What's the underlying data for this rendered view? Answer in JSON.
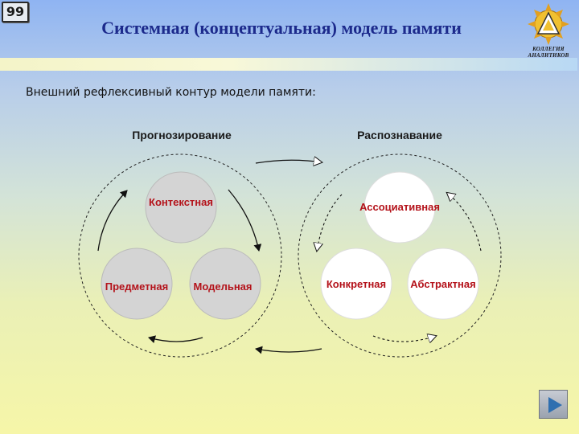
{
  "slide": {
    "number": "99",
    "title": "Системная (концептуальная) модель памяти",
    "logo_text": "КОЛЛЕГИЯ АНАЛИТИКОВ",
    "subtitle": "Внешний рефлексивный контур модели памяти:"
  },
  "diagram": {
    "left": {
      "heading": "Прогнозирование",
      "nodes": [
        "Контекстная",
        "Предметная",
        "Модельная"
      ],
      "fill": "#d4d4d4"
    },
    "right": {
      "heading": "Распознавание",
      "nodes": [
        "Ассоциативная",
        "Конкретная",
        "Абстрактная"
      ],
      "fill": "#ffffff"
    },
    "label_color": "#b4121a"
  },
  "nav": {
    "next_icon": "play-triangle-icon",
    "color": "#2f6fb0"
  }
}
